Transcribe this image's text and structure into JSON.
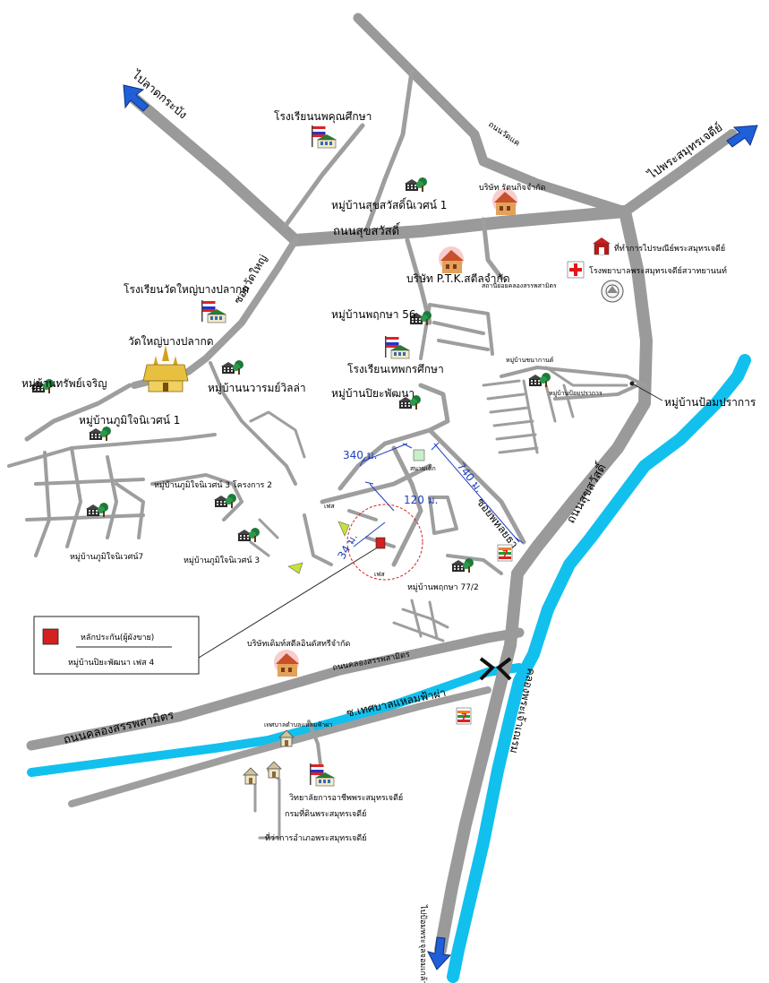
{
  "colors": {
    "road": "#9e9e9e",
    "river": "#12c0ee",
    "distance": "#1f3fbf",
    "arrow": "#1f5fd8",
    "site": "#d42020"
  },
  "labels": {
    "to_lat_krabang": "ไปลาดกระบัง",
    "to_phra_samut_chedi": "ไปพระสมุทรเจดีย์",
    "to_pom_phra_chul": "ไปป้อมพระจุลจอมเกล้า",
    "road_wat_kae": "ถนนวัดแค",
    "road_sukhsawat_top": "ถนนสุขสวัสดิ์",
    "road_sukhsawat_right": "ถนนสุขสวัสดิ์",
    "soi_wat_yai": "ซอยวัดใหญ่",
    "soi_pracha_uthit": "ซอยพหลยธา",
    "road_khlong_sappasamit": "ถนนคลองสรรพสามิตร",
    "road_khlong_sappasamit_small": "ถนนคลองสรรพสามิตร",
    "soi_thesaban_laem_fapha": "ซ.เทศบาลแหลมฟ้าผ่า",
    "khlong_phra_chao": "คลองพระเจ้าเณรม",
    "school_noppakun": "โรงเรียนนพคุณศึกษา",
    "moo_suksawat_niwet": "หมู่บ้านสุขสวัสดิ์นิเวศน์ 1",
    "company_rattana": "บริษัท รัตนกิจจำกัด",
    "post_office": "ที่ทำการไปรษณีย์พระสมุทรเจดีย์",
    "hospital": "โรงพยาบาลพระสมุทรเจดีย์สวาทยานนท์",
    "station_khlong": "สถานีย่อยคลองสรรพสามิตร",
    "company_ptk": "บริษัท P.T.K.สตีลจำกัด",
    "moo_pruksa_56": "หมู่บ้านพฤกษา 56",
    "school_wat_yai": "โรงเรียนวัดใหญ่บางปลากด",
    "wat_yai": "วัดใหญ่บางปลากด",
    "moo_sap_charoen": "หมู่บ้านทรัพย์เจริญ",
    "moo_nawarom": "หมู่บ้านนวารมย์วิลล่า",
    "school_thep": "โรงเรียนเทพกรศึกษา",
    "moo_piyaphatthana": "หมู่บ้านปิยะพัฒนา",
    "moo_chanakan": "หมู่บ้านชนากานต์",
    "moo_pom_prakan_small": "หมู่บ้านป้อมปราการ",
    "moo_pom_prakan": "หมู่บ้านป้อมปราการ",
    "moo_phumjai_1": "หมู่บ้านภูมิใจนิเวศน์ 1",
    "moo_phumjai_3_project2": "หมู่บ้านภูมิใจนิเวศน์ 3 โครงการ 2",
    "moo_phumjai_7": "หมู่บ้านภูมิใจนิเวศน์7",
    "moo_phumjai_3": "หมู่บ้านภูมิใจนิเวศน์ 3",
    "moo_pruksa_77_2": "หมู่บ้านพฤกษา 77/2",
    "company_cmd": "บริษัทเดิมท์สตีลอินดัสทรีจำกัด",
    "thesaban_laem_fapha": "เทศบาลตำบลแหลมฟ้าผ่า",
    "college": "วิทยาลัยการอาชีพพระสมุทรเจดีย์",
    "land_office": "กรมที่ดินพระสมุทรเจดีย์",
    "district_office": "ที่ว่าการอำเภอพระสมุทรเจดีย์",
    "phase_small_1": "เฟส",
    "phase_small_2": "เฟส",
    "sanam": "สนามเด็ก",
    "legend_title": "หลักประกัน(ผู้ผังขาย)",
    "legend_name": "หมู่บ้านปิยะพัฒนา เฟส 4"
  },
  "distances": {
    "d340": "340 ม.",
    "d740": "740 ม.",
    "d120": "120 ม.",
    "d34": "34 ม."
  },
  "icons": {
    "school": "school-flag-icon",
    "village": "village-tree-icon",
    "company": "factory-icon",
    "temple": "temple-icon",
    "post": "post-office-icon",
    "hospital": "red-cross-icon",
    "station": "station-seal-icon",
    "seven": "seven-eleven-icon",
    "house": "house-icon",
    "bridge": "bridge-icon",
    "arrow": "direction-arrow-icon"
  }
}
